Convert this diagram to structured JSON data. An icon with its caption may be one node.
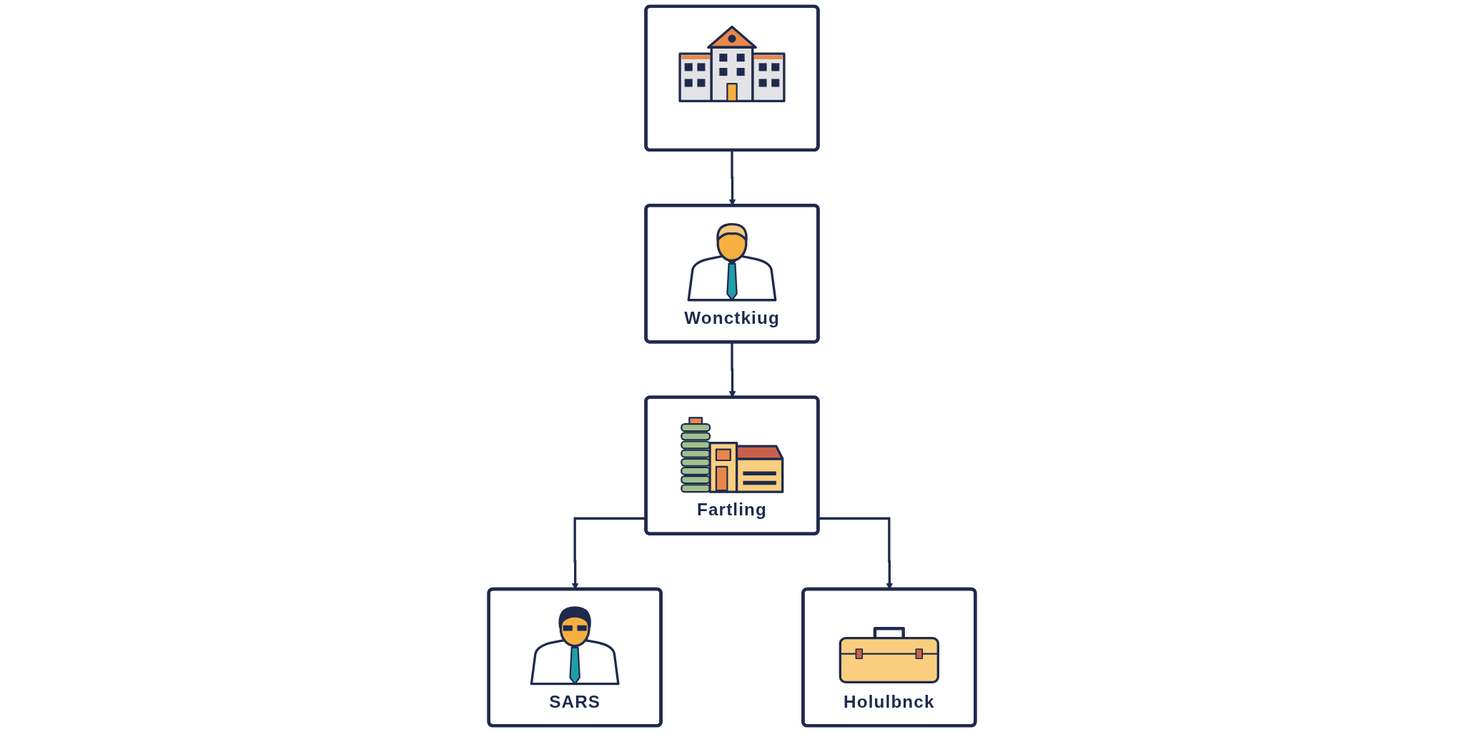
{
  "diagram": {
    "nodes": [
      {
        "text": [],
        "shape": "picture"
      },
      {
        "text": [
          "Wonctkiug"
        ]
      },
      {
        "text": [
          "Fartling"
        ]
      },
      {
        "text": [
          "SARS"
        ]
      },
      {
        "text": [
          "Holulbnck"
        ]
      }
    ],
    "edges": [
      {
        "from": 0,
        "to": 1,
        "arrow": "to"
      },
      {
        "from": 1,
        "to": 2,
        "arrow": "to"
      },
      {
        "from": 2,
        "to": 3,
        "arrow": "to"
      },
      {
        "from": 2,
        "to": 4,
        "arrow": "to"
      }
    ]
  }
}
